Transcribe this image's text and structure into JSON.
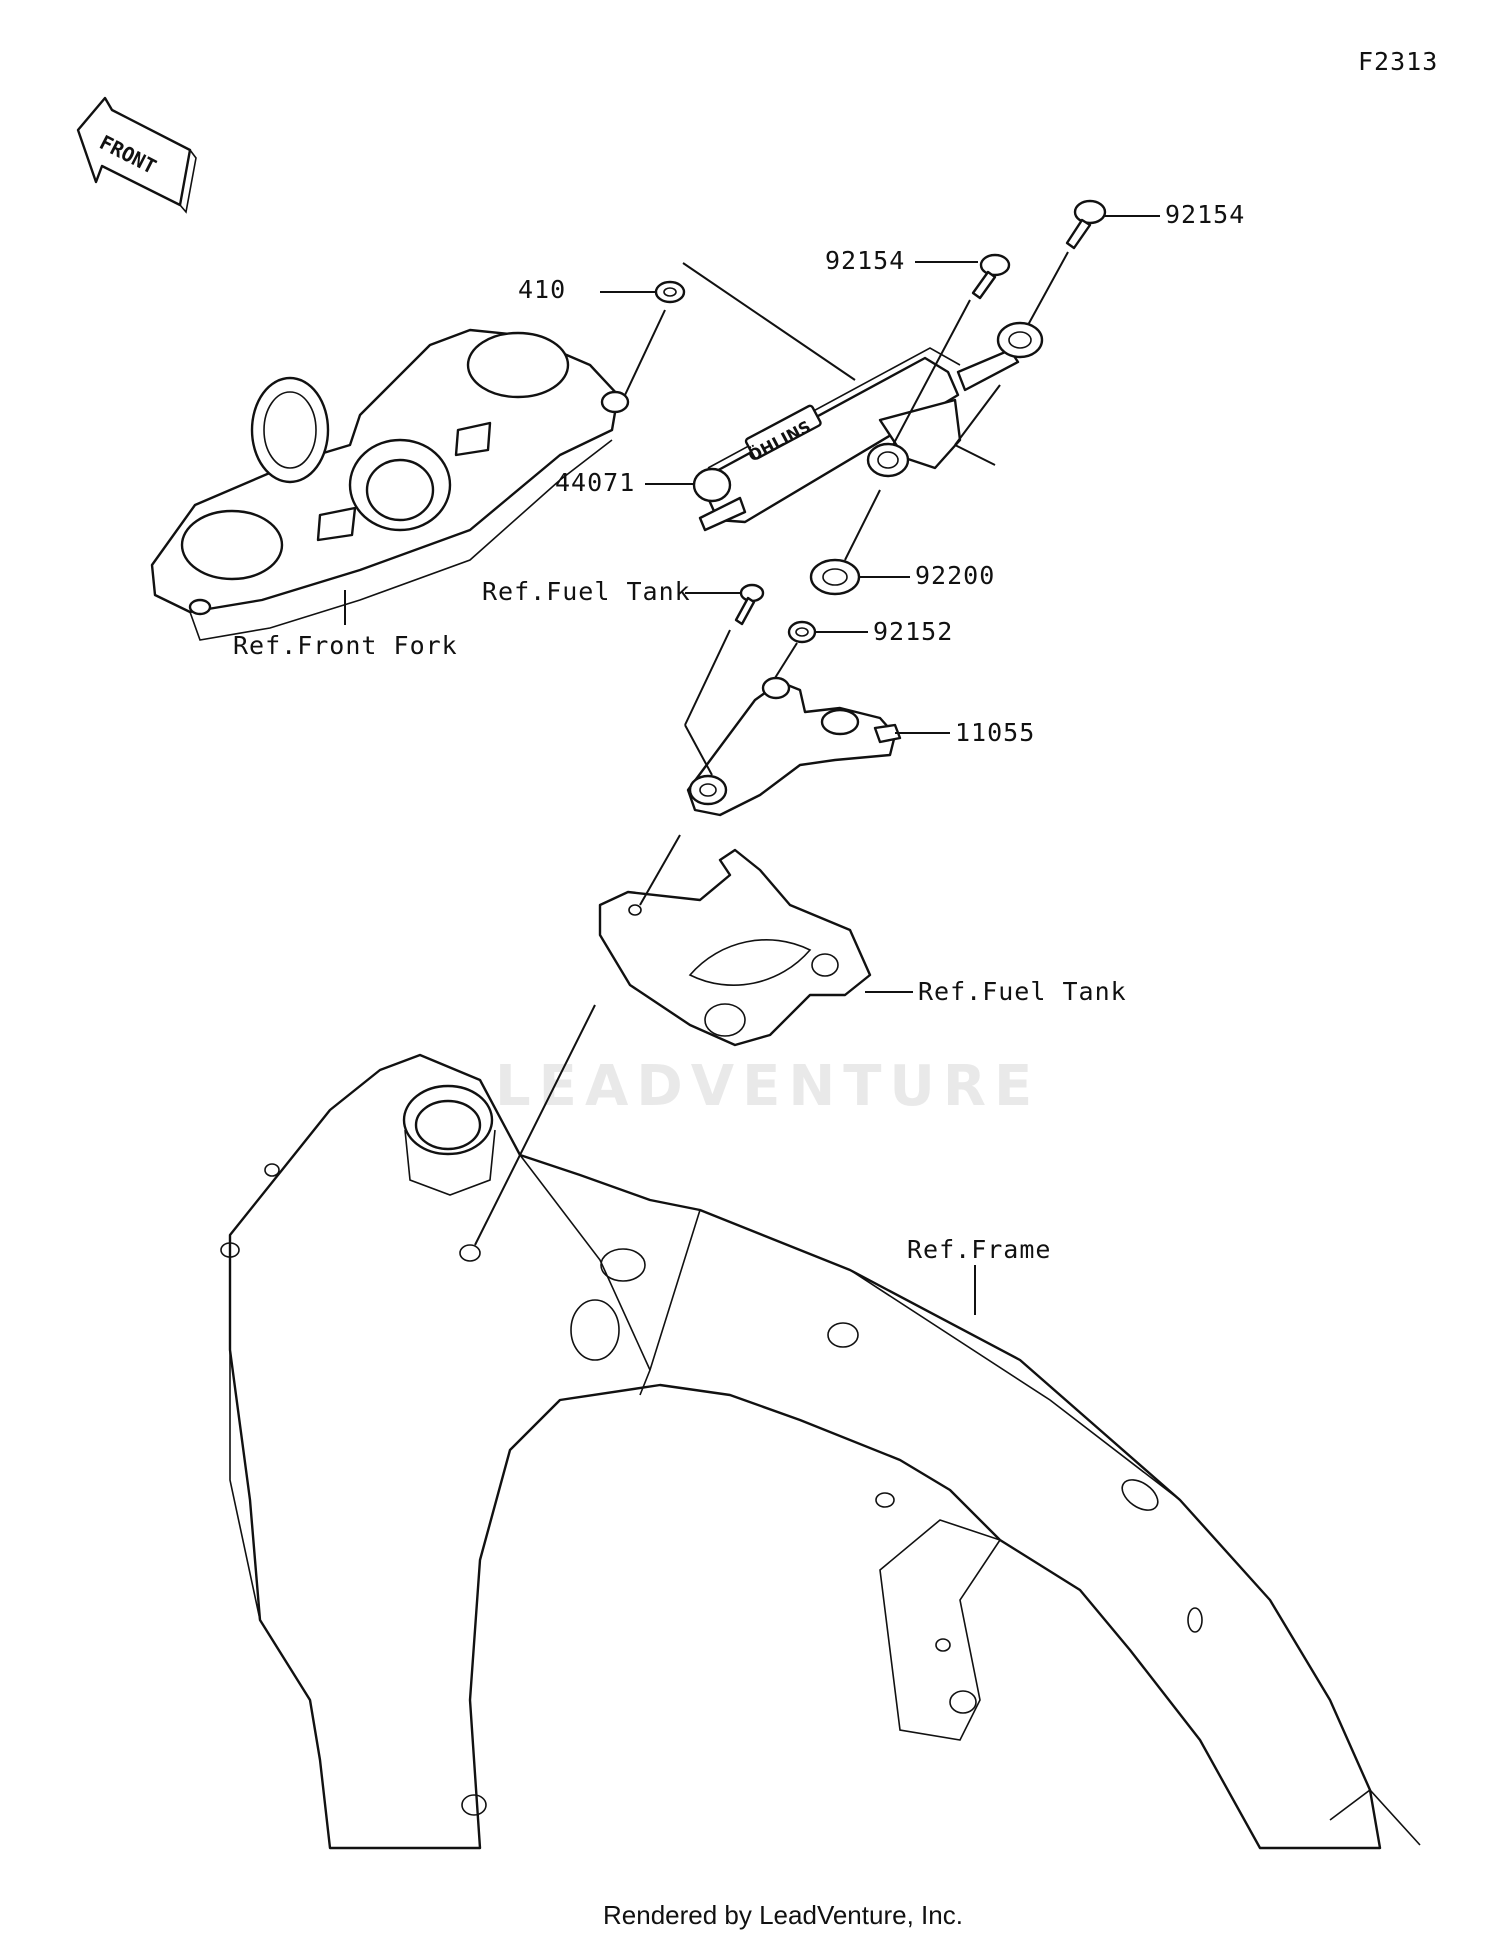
{
  "figure_code": "F2313",
  "front_arrow_label": "FRONT",
  "watermark": "LEADVENTURE",
  "footer": "Rendered by LeadVenture, Inc.",
  "damper_brand": "ÖHLINS",
  "callouts": [
    {
      "id": "c410",
      "text": "410"
    },
    {
      "id": "c92154a",
      "text": "92154"
    },
    {
      "id": "c92154b",
      "text": "92154"
    },
    {
      "id": "c44071",
      "text": "44071"
    },
    {
      "id": "c92200",
      "text": "92200"
    },
    {
      "id": "c92152",
      "text": "92152"
    },
    {
      "id": "c11055",
      "text": "11055"
    },
    {
      "id": "cRefFuel1",
      "text": "Ref.Fuel Tank"
    },
    {
      "id": "cRefFuel2",
      "text": "Ref.Fuel Tank"
    },
    {
      "id": "cRefFork",
      "text": "Ref.Front Fork"
    },
    {
      "id": "cRefFrame",
      "text": "Ref.Frame"
    }
  ]
}
